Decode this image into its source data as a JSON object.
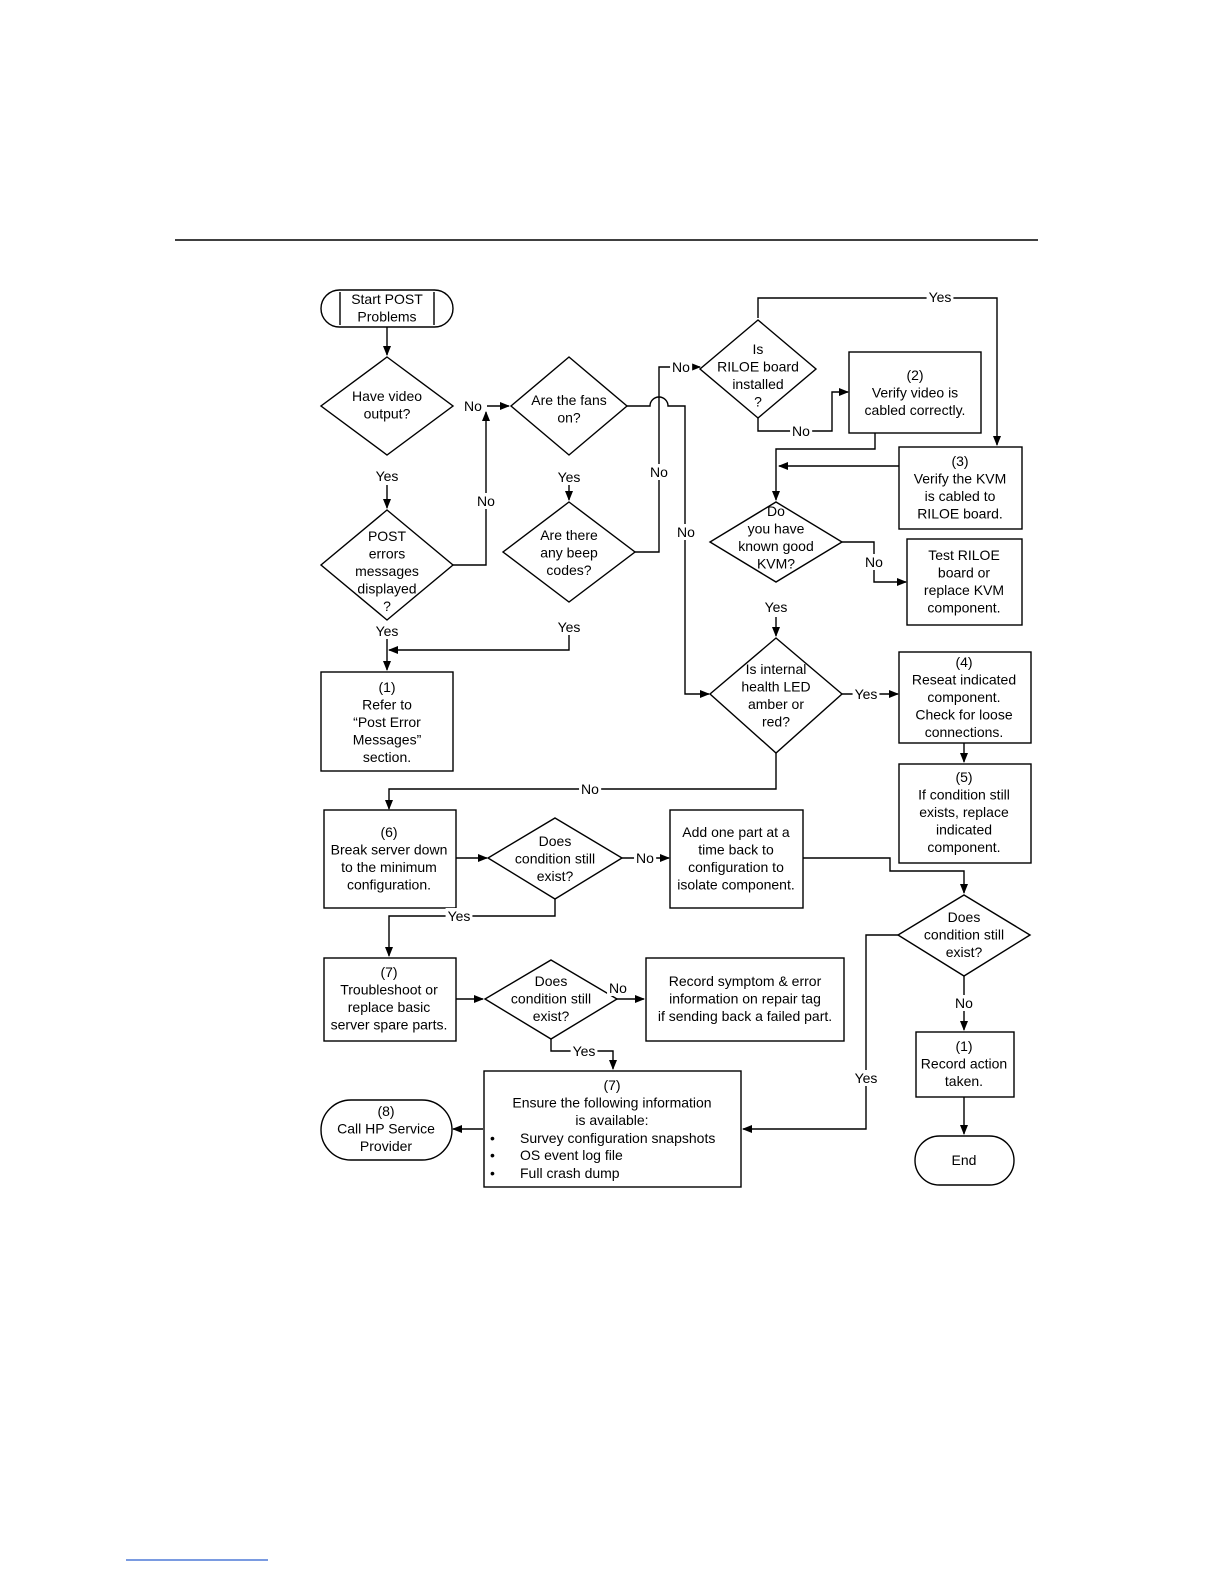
{
  "nodes": {
    "start": {
      "lines": [
        "Start POST",
        "Problems"
      ]
    },
    "video": {
      "lines": [
        "Have video",
        "output?"
      ]
    },
    "post_err": {
      "lines": [
        "POST",
        "errors",
        "messages",
        "displayed",
        "?"
      ]
    },
    "fans": {
      "lines": [
        "Are the fans",
        "on?"
      ]
    },
    "beep": {
      "lines": [
        "Are there",
        "any beep",
        "codes?"
      ]
    },
    "riloe": {
      "lines": [
        "Is",
        "RILOE board",
        "installed",
        "?"
      ]
    },
    "verify2": {
      "lines": [
        "(2)",
        "Verify video is",
        "cabled correctly."
      ]
    },
    "verify3": {
      "lines": [
        "(3)",
        "Verify the KVM",
        "is cabled to",
        "RILOE board."
      ]
    },
    "kvm": {
      "lines": [
        "Do",
        "you have",
        "known good",
        "KVM?"
      ]
    },
    "test_riloe": {
      "lines": [
        "Test RILOE",
        "board or",
        "replace KVM",
        "component."
      ]
    },
    "health": {
      "lines": [
        "Is internal",
        "health LED",
        "amber or",
        "red?"
      ]
    },
    "reseat4": {
      "lines": [
        "(4)",
        "Reseat indicated",
        "component.",
        "Check for loose",
        "connections."
      ]
    },
    "replace5": {
      "lines": [
        "(5)",
        "If condition still",
        "exists, replace",
        "indicated",
        "component."
      ]
    },
    "refer1": {
      "lines": [
        "(1)",
        "Refer to",
        "“Post Error",
        "Messages”",
        "section."
      ]
    },
    "break6": {
      "lines": [
        "(6)",
        "Break server down",
        "to the minimum",
        "configuration."
      ]
    },
    "cond_a": {
      "lines": [
        "Does",
        "condition still",
        "exist?"
      ]
    },
    "addpart": {
      "lines": [
        "Add one part at a",
        "time back to",
        "configuration to",
        "isolate component."
      ]
    },
    "cond_c": {
      "lines": [
        "Does",
        "condition still",
        "exist?"
      ]
    },
    "trouble7": {
      "lines": [
        "(7)",
        "Troubleshoot or",
        "replace basic",
        "server spare parts."
      ]
    },
    "cond_b": {
      "lines": [
        "Does",
        "condition still",
        "exist?"
      ]
    },
    "record_sym": {
      "lines": [
        "Record symptom & error",
        "information on repair tag",
        "if sending back a failed part."
      ]
    },
    "record1": {
      "lines": [
        "(1)",
        "Record action",
        "taken."
      ]
    },
    "ensure7": {
      "lines": [
        "(7)",
        "Ensure the following information",
        "is available:"
      ],
      "bullets": [
        "Survey configuration snapshots",
        "OS event log file",
        "Full crash dump"
      ]
    },
    "call8": {
      "lines": [
        "(8)",
        "Call HP Service",
        "Provider"
      ]
    },
    "end": {
      "lines": [
        "End"
      ]
    }
  },
  "edge_labels": {
    "video_no": "No",
    "video_yes": "Yes",
    "post_no": "No",
    "post_yes": "Yes",
    "fans_yes": "Yes",
    "fans_no": "No",
    "beep_no": "No",
    "beep_yes": "Yes",
    "riloe_no_in": "No",
    "riloe_yes": "Yes",
    "riloe_no": "No",
    "kvm_no": "No",
    "kvm_yes": "Yes",
    "health_yes": "Yes",
    "health_no": "No",
    "cond_a_no": "No",
    "cond_a_yes": "Yes",
    "cond_b_no": "No",
    "cond_b_yes": "Yes",
    "cond_c_no": "No",
    "cond_c_yes": "Yes"
  },
  "bullet_char": "•"
}
